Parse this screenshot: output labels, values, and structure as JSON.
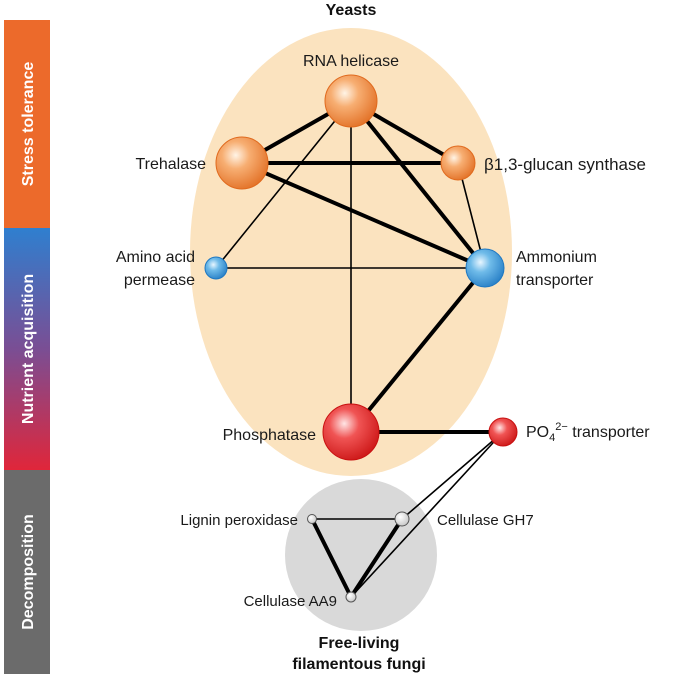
{
  "side_bars": [
    {
      "label": "Stress tolerance"
    },
    {
      "label": "Nutrient acquisition"
    },
    {
      "label": "Decomposition"
    }
  ],
  "groups": {
    "yeasts": "Yeasts",
    "fungi_line1": "Free-living",
    "fungi_line2": "filamentous fungi"
  },
  "colors": {
    "stress": "#ec6a2b",
    "nutrient_top": "#2f7fcf",
    "nutrient_bottom": "#e0263a",
    "decomposition": "#6b6b6b",
    "yeast_zone": "#fbe3bf",
    "fungi_zone": "#d9d9d9",
    "orange_node": "#ef8a4a",
    "blue_node": "#3d9ad8",
    "red_node": "#e22b2b",
    "white_node": "#f4f4f4"
  },
  "nodes": [
    {
      "id": "rna",
      "label": "RNA helicase",
      "color": "orange"
    },
    {
      "id": "treh",
      "label": "Trehalase",
      "color": "orange"
    },
    {
      "id": "b13_prefix",
      "label": "β1,3-glucan synthase",
      "color": "orange"
    },
    {
      "id": "aap_l1",
      "label": "Amino acid",
      "color": "blue"
    },
    {
      "id": "aap_l2",
      "label": "permease",
      "color": "blue"
    },
    {
      "id": "amt_l1",
      "label": "Ammonium",
      "color": "blue"
    },
    {
      "id": "amt_l2",
      "label": "transporter",
      "color": "blue"
    },
    {
      "id": "phos",
      "label": "Phosphatase",
      "color": "red"
    },
    {
      "id": "po4",
      "label_main": "PO",
      "label_sub": "4",
      "label_sup": "2−",
      "label_tail": " transporter",
      "color": "red"
    },
    {
      "id": "lig",
      "label": "Lignin peroxidase",
      "color": "white"
    },
    {
      "id": "gh7",
      "label": "Cellulase GH7",
      "color": "white"
    },
    {
      "id": "aa9",
      "label": "Cellulase AA9",
      "color": "white"
    }
  ],
  "edges": [
    {
      "from": "rna",
      "to": "treh",
      "weight": "heavy"
    },
    {
      "from": "rna",
      "to": "b13",
      "weight": "heavy"
    },
    {
      "from": "rna",
      "to": "amt",
      "weight": "heavy"
    },
    {
      "from": "rna",
      "to": "aap",
      "weight": "light"
    },
    {
      "from": "rna",
      "to": "phos",
      "weight": "light"
    },
    {
      "from": "treh",
      "to": "b13",
      "weight": "heavy"
    },
    {
      "from": "treh",
      "to": "amt",
      "weight": "heavy"
    },
    {
      "from": "b13",
      "to": "amt",
      "weight": "light"
    },
    {
      "from": "aap",
      "to": "amt",
      "weight": "light"
    },
    {
      "from": "amt",
      "to": "phos",
      "weight": "heavy"
    },
    {
      "from": "phos",
      "to": "po4",
      "weight": "heavy"
    },
    {
      "from": "po4",
      "to": "gh7",
      "weight": "light"
    },
    {
      "from": "po4",
      "to": "aa9",
      "weight": "light"
    },
    {
      "from": "lig",
      "to": "gh7",
      "weight": "light"
    },
    {
      "from": "lig",
      "to": "aa9",
      "weight": "heavy"
    },
    {
      "from": "gh7",
      "to": "aa9",
      "weight": "heavy"
    }
  ]
}
